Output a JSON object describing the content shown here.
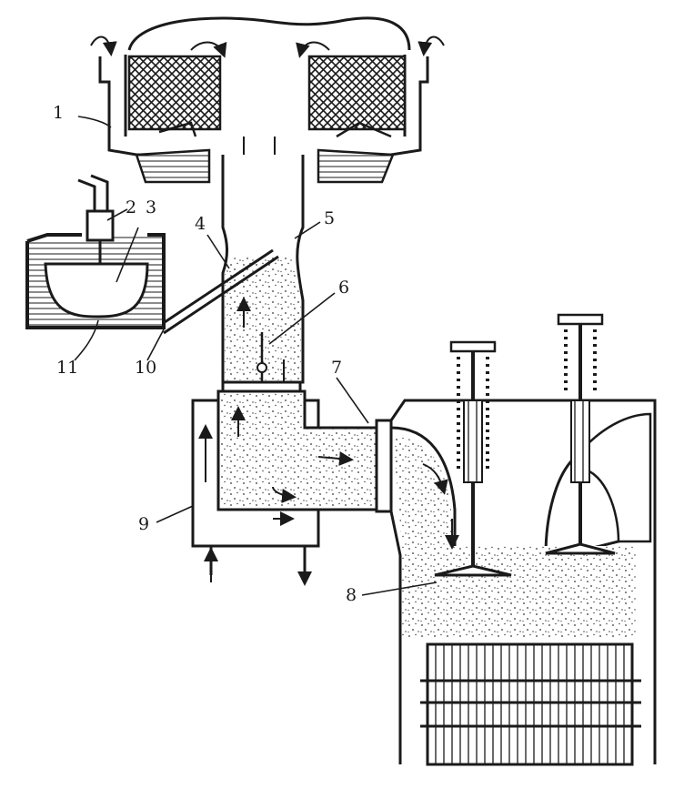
{
  "diagram": {
    "callouts": [
      {
        "id": "1",
        "label": "1"
      },
      {
        "id": "2",
        "label": "2"
      },
      {
        "id": "3",
        "label": "3"
      },
      {
        "id": "4",
        "label": "4"
      },
      {
        "id": "5",
        "label": "5"
      },
      {
        "id": "6",
        "label": "6"
      },
      {
        "id": "7",
        "label": "7"
      },
      {
        "id": "8",
        "label": "8"
      },
      {
        "id": "9",
        "label": "9"
      },
      {
        "id": "10",
        "label": "10"
      },
      {
        "id": "11",
        "label": "11"
      }
    ],
    "colors": {
      "ink": "#1a1a1a",
      "background": "#ffffff",
      "mixture_dots": "#333333"
    }
  }
}
